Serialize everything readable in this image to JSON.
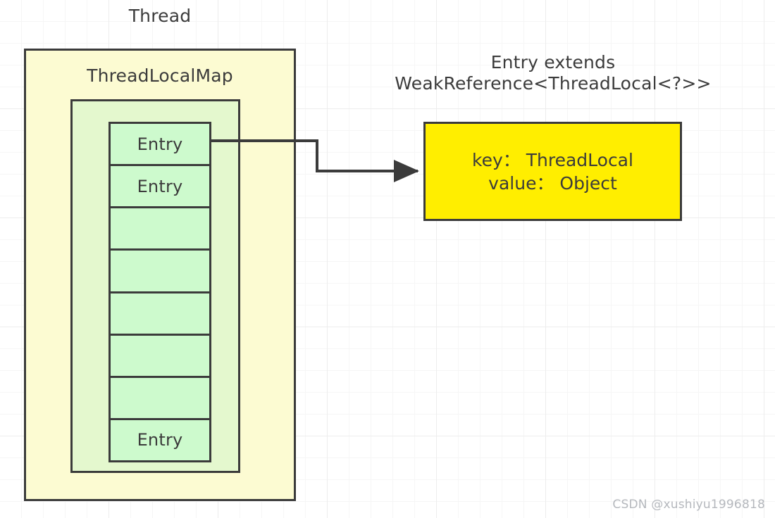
{
  "diagram": {
    "title_thread": "Thread",
    "title_threadlocalmap": "ThreadLocalMap",
    "entry_extends_label": "Entry extends\nWeakReference<ThreadLocal<?>>",
    "entry_cells": [
      {
        "label": "Entry"
      },
      {
        "label": "Entry"
      },
      {
        "label": ""
      },
      {
        "label": ""
      },
      {
        "label": ""
      },
      {
        "label": ""
      },
      {
        "label": ""
      },
      {
        "label": "Entry"
      }
    ],
    "entry_detail": {
      "key_line": "key： ThreadLocal",
      "value_line": "value： Object"
    },
    "colors": {
      "thread_fill": "#FCFBD2",
      "map_fill": "#E4F8CE",
      "entry_cell_fill": "#CDFACD",
      "entry_detail_fill": "#FFEE00",
      "stroke": "#3B3B3B",
      "grid_minor": "#F6F6F6",
      "grid_major": "#EDEDED",
      "watermark": "#B5B8BD"
    }
  },
  "watermark": {
    "text": "CSDN @xushiyu1996818"
  }
}
